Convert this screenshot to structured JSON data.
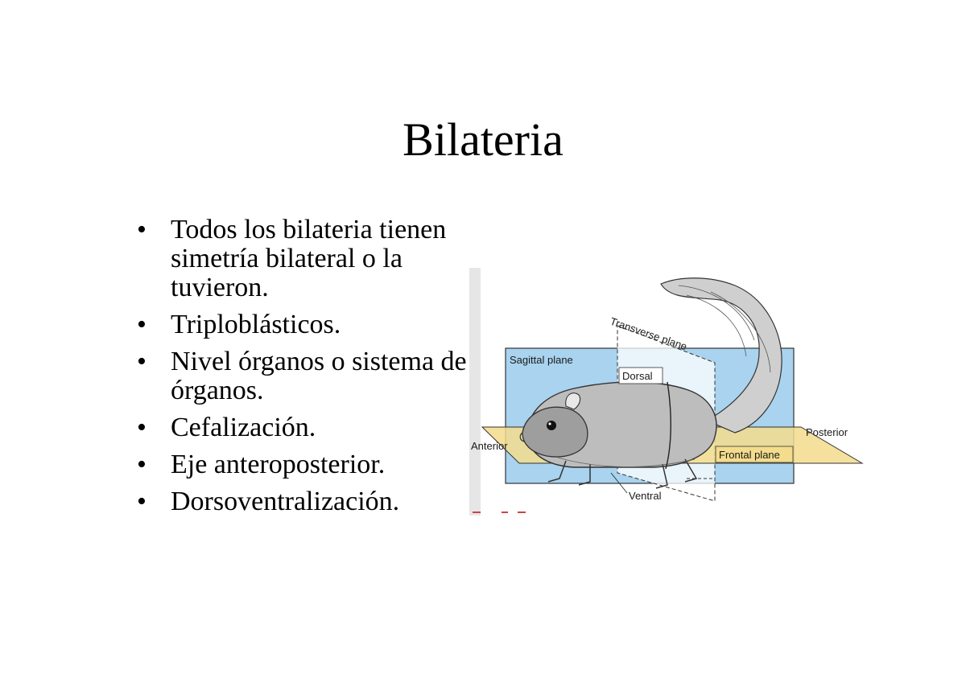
{
  "slide": {
    "title": "Bilateria",
    "bullets": [
      "Todos los bilateria tienen simetría bilateral o la tuvieron.",
      "Triploblásticos.",
      "Nivel órganos o sistema de órganos.",
      "Cefalización.",
      "Eje anteroposterior.",
      "Dorsoventralización."
    ],
    "bullet_glyph": "•"
  },
  "figure": {
    "labels": {
      "transverse": "Transverse plane",
      "sagittal": "Sagittal plane",
      "dorsal": "Dorsal",
      "anterior": "Anterior",
      "posterior": "Posterior",
      "frontal": "Frontal plane",
      "ventral": "Ventral"
    },
    "colors": {
      "sagittal_plane": "#a9d3ef",
      "frontal_plane": "#f3dc8c",
      "outline": "#333333"
    }
  }
}
